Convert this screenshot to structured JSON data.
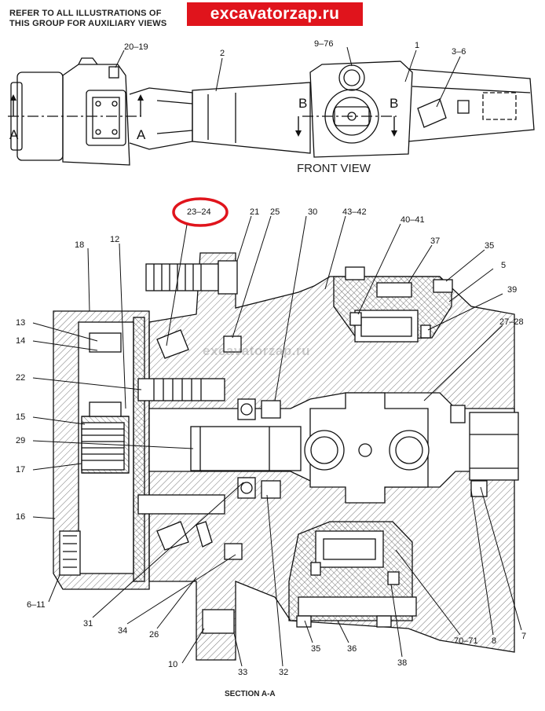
{
  "header": {
    "note": "REFER TO ALL ILLUSTRATIONS OF THIS GROUP FOR AUXILIARY VIEWS",
    "brand": "excavatorzap.ru"
  },
  "front_view": {
    "title": "FRONT VIEW",
    "section_marks": [
      "A",
      "A",
      "B",
      "B"
    ],
    "callouts": [
      "20-19",
      "2",
      "9-76",
      "1",
      "3-6"
    ]
  },
  "section_view": {
    "title": "SECTION A-A",
    "watermark": "excavatorzap.ru",
    "highlighted_callout": "23-24",
    "highlight_color": "#e0141c",
    "callouts": [
      "21",
      "25",
      "30",
      "43-42",
      "40-41",
      "37",
      "35",
      "5",
      "39",
      "27-28",
      "18",
      "12",
      "13",
      "14",
      "22",
      "15",
      "29",
      "17",
      "16",
      "6-11",
      "31",
      "34",
      "26",
      "10",
      "33",
      "32",
      "35",
      "36",
      "38",
      "70-71",
      "8",
      "7"
    ]
  }
}
